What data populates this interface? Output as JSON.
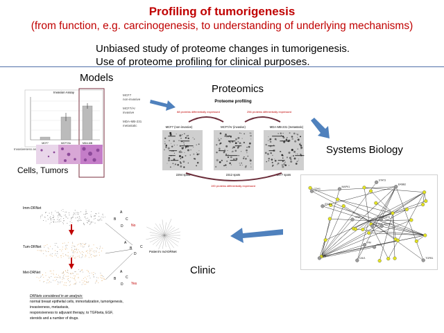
{
  "title": {
    "line1": "Profiling of tumorigenesis",
    "line2": "(from function, e.g. carcinogenesis, to understanding of underlying mechanisms)"
  },
  "bullets": [
    "Unbiased study of proteome changes in tumorigenesis.",
    "Use of proteome profiling for clinical purposes."
  ],
  "sections": {
    "models": "Models",
    "proteomics": "Proteomics",
    "systems_biology": "Systems Biology",
    "clinic": "Clinic",
    "cells_tumors": "Cells, Tumors"
  },
  "models_panel": {
    "chart_title": "Invasion Assay",
    "legend": [
      "MCF7",
      "non-invasive",
      "MCF7/Ar",
      "invasive",
      "MDA-MB-231",
      "metastatic"
    ],
    "x_labels": [
      "MCF7",
      "MCF7/Ar",
      "MDA-MB"
    ],
    "invasiveness_label": "Invasiveness assay"
  },
  "proteome": {
    "title": "Proteome profiling",
    "diff_left": "88 proteins differentially expressed",
    "diff_right": "256 proteins differentially expressed",
    "diff_bottom": "190 proteins differentially expressed",
    "gels": [
      {
        "label": "MCF7 (non-invasive)",
        "spots": "2294 spots"
      },
      {
        "label": "MCF7/Ar (invasive)",
        "spots": "2312 spots"
      },
      {
        "label": "MDA-MB-231 (metastatic)",
        "spots": "2477 spots"
      }
    ]
  },
  "clinic_panel": {
    "nets": [
      "Imm-DRNet",
      "Tum-DRNet",
      "Met-DRNet"
    ],
    "letters": [
      "A",
      "B",
      "C",
      "D"
    ],
    "no_label": "No",
    "yes_label": "Yes",
    "patient_label": "Patient's Ind-DRNet",
    "drnets_heading": "DRNets considered in an analysis:",
    "drnets_lines": [
      "normal breast epithelial cells, immortalization, tumorigenesis,",
      "invasiveness, metastasis,",
      "responsiveness to adjuvant therapy, to TGFbeta, EGF,",
      "steroids and a number of drugs."
    ]
  },
  "network_labels": [
    "EGFR",
    "ERBB2",
    "TGFB1",
    "SMAD3",
    "CDH1",
    "STAT3",
    "AKT1",
    "MAPK1",
    "JUN",
    "TP53",
    "CAV1",
    "PXN",
    "ITGB1",
    "VIM"
  ],
  "colors": {
    "title": "#c00000",
    "arrow": "#4f81bd",
    "rule": "#4f6fa8",
    "highlight_box": "#7a2d3c",
    "no_yes": "#c00000",
    "net_node_yellow": "#e3e320",
    "net_node_gray": "#9a9a9a",
    "orange_points": "#e0a050"
  }
}
